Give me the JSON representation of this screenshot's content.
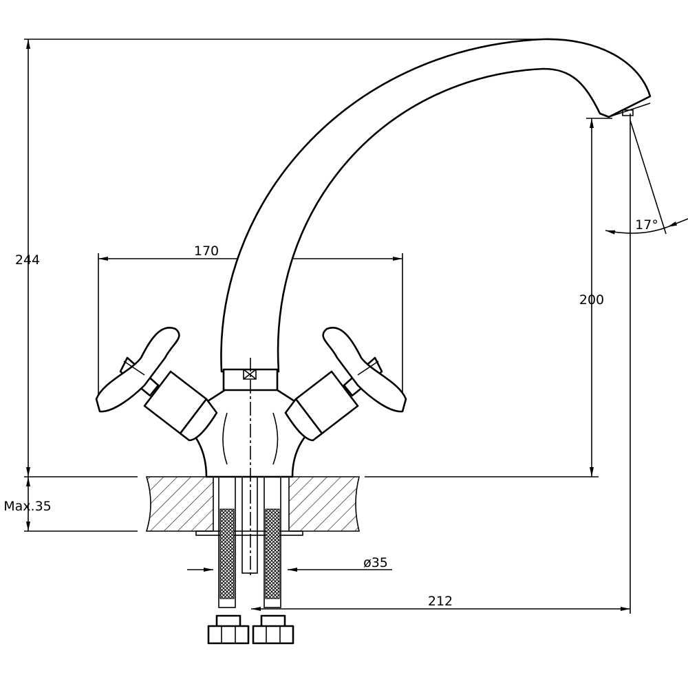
{
  "drawing": {
    "dimensions": {
      "total_height": "244",
      "handle_span": "170",
      "spout_height": "200",
      "spout_angle": "17°",
      "max_counter_thickness": "Max.35",
      "hole_diameter": "ø35",
      "spout_reach": "212"
    }
  }
}
